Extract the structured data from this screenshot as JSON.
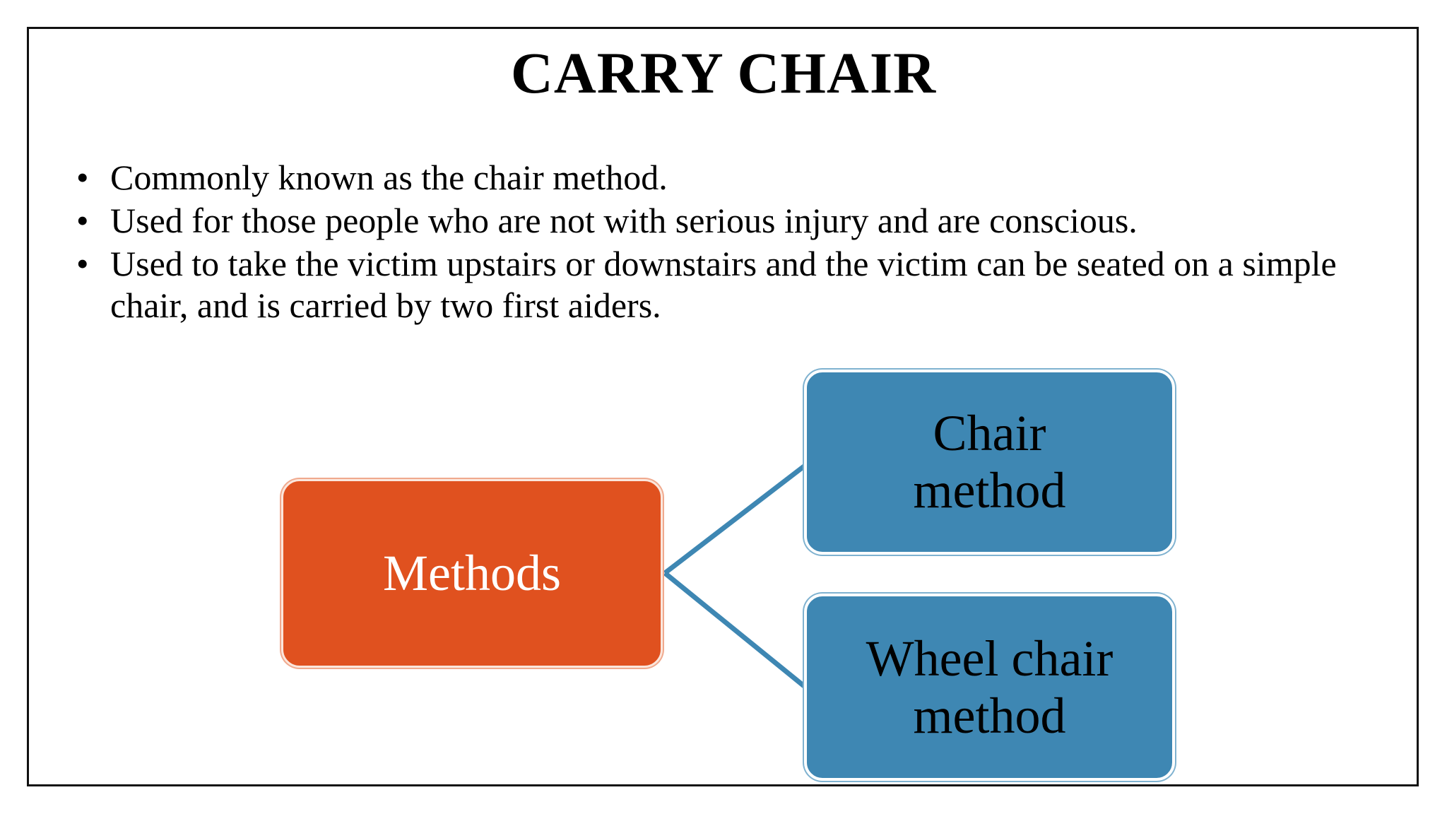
{
  "slide": {
    "title": "CARRY CHAIR",
    "frame_color": "#111111",
    "background": "#ffffff"
  },
  "bullets": [
    {
      "marker": "•",
      "text": "Commonly known as the chair method."
    },
    {
      "marker": "•",
      "text": "Used for those people who are not with serious injury and are conscious."
    },
    {
      "marker": "•",
      "text": "Used to take the victim upstairs or downstairs and the victim can be seated on a simple chair, and is carried by two first aiders."
    }
  ],
  "diagram": {
    "type": "hierarchy",
    "root": {
      "label": "Methods",
      "fill": "#E0511F",
      "text_color": "#FFFFFF",
      "border_color": "#FBE6DC"
    },
    "children": [
      {
        "label": "Chair\nmethod",
        "fill": "#3E87B3",
        "text_color": "#000000",
        "border_color": "#FFFFFF"
      },
      {
        "label": "Wheel chair\nmethod",
        "fill": "#3E87B3",
        "text_color": "#000000",
        "border_color": "#FFFFFF"
      }
    ],
    "connector_color": "#3E87B3"
  }
}
